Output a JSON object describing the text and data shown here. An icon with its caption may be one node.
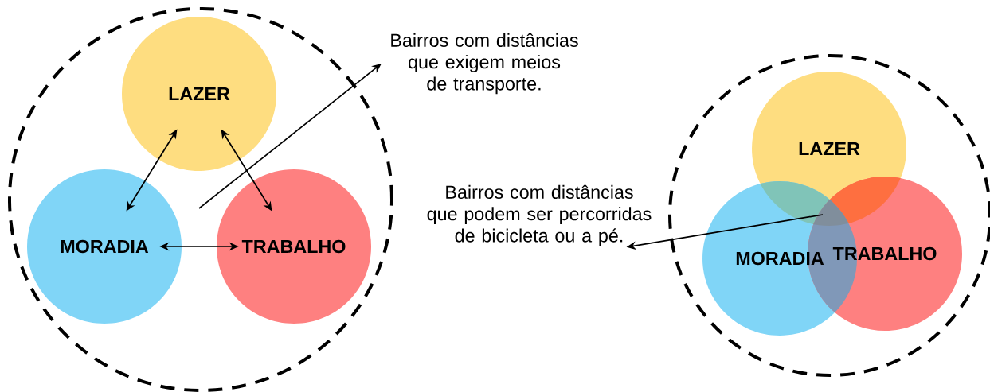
{
  "diagram": {
    "nodes": [
      {
        "text": [],
        "shape": "circle"
      },
      {
        "text": [
          "LAZER"
        ],
        "in": 0
      },
      {
        "text": [
          "MORADIA"
        ],
        "in": 0
      },
      {
        "text": [
          "TRABALHO"
        ],
        "in": 0
      },
      {
        "text": [
          "Bairros com distâncias que exigem meios de transporte."
        ]
      },
      {
        "text": [
          "Bairros com distâncias que podem ser percorridas de bicicleta ou a pé."
        ]
      },
      {
        "text": [],
        "shape": "circle"
      },
      {
        "text": [
          "LAZER"
        ],
        "in": 6
      },
      {
        "text": [
          "MORADIA"
        ],
        "in": 6
      },
      {
        "text": [
          "TRABALHO"
        ],
        "in": 6
      }
    ],
    "edges": [
      {
        "from": 1,
        "to": 2,
        "arrow": "both"
      },
      {
        "from": 1,
        "to": 3,
        "arrow": "both"
      },
      {
        "from": 2,
        "to": 3,
        "arrow": "both"
      },
      {
        "from": null,
        "to": 4,
        "arrow": "to"
      },
      {
        "from": null,
        "to": 5,
        "arrow": "to"
      }
    ]
  }
}
